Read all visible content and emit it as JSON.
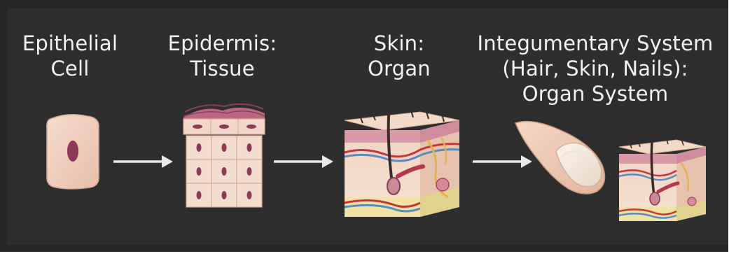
{
  "stages": [
    {
      "lines": [
        "Epithelial",
        "Cell"
      ]
    },
    {
      "lines": [
        "Epidermis:",
        "Tissue"
      ]
    },
    {
      "lines": [
        "Skin:",
        "Organ"
      ]
    },
    {
      "lines": [
        "Integumentary System",
        "(Hair, Skin, Nails):",
        "Organ System"
      ]
    }
  ],
  "colors": {
    "background": "#2e2e2f",
    "text": "#f2f2f2",
    "arrow": "#e9e9ea",
    "cell_fill": "#f1cdbd",
    "nucleus": "#8c3a55",
    "blood_red": "#c9343b",
    "blood_blue": "#5a8cc4",
    "nerve_yellow": "#e5b24e"
  },
  "icons": [
    "epithelial-cell-icon",
    "tissue-block-icon",
    "skin-block-icon",
    "finger-icon",
    "small-skin-block-icon"
  ]
}
